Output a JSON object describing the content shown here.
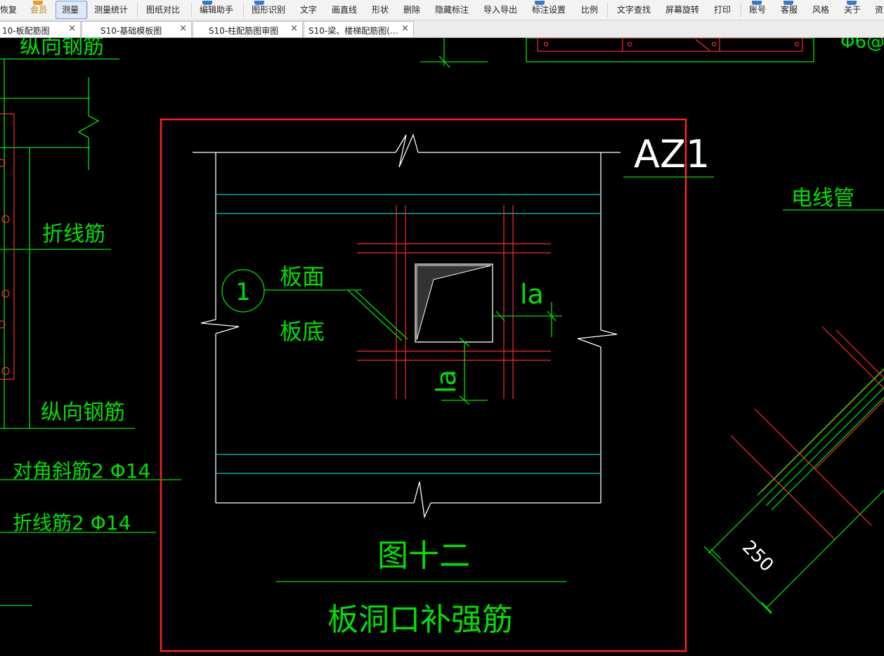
{
  "toolbar": {
    "items": [
      "恢复",
      "会员",
      "测量",
      "测量统计",
      "图纸对比",
      "编辑助手",
      "图形识别",
      "文字",
      "画直线",
      "形状",
      "删除",
      "隐藏标注",
      "导入导出",
      "标注设置",
      "比例",
      "文字查找",
      "屏幕旋转",
      "打印",
      "账号",
      "客服",
      "风格",
      "关于",
      "资"
    ]
  },
  "tabs": [
    {
      "label": "10-板配筋图",
      "close": "×"
    },
    {
      "label": "S10-基础模板图",
      "close": "×"
    },
    {
      "label": "S10-柱配筋图审图",
      "close": "×"
    },
    {
      "label": "S10-梁、楼梯配筋图(…",
      "close": "×"
    }
  ],
  "drawing": {
    "left_labels": {
      "top": "纵向钢筋",
      "fold1": "折线筋",
      "longitudinal": "纵向钢筋",
      "diagonal": "对角斜筋2 Φ14",
      "fold2": "折线筋2 Φ14"
    },
    "center": {
      "tag": "AZ1",
      "callout": "1",
      "top_face": "板面",
      "bottom_face": "板底",
      "la_right": "la",
      "la_bottom": "la",
      "figure_no": "图十二",
      "caption": "板洞口补强筋"
    },
    "right": {
      "conduit": "电线管",
      "top_right": "Φ6@",
      "dimension": "250"
    }
  },
  "colors": {
    "background": "#000000",
    "cad_white": "#ffffff",
    "cad_green": "#00e000",
    "cad_red": "#ff2a2a",
    "cad_cyan": "#00c8c8",
    "selection_frame": "#ff2020",
    "toolbar_bg": "#f3f3f3",
    "active_tool_bg": "#dfe9f6"
  }
}
